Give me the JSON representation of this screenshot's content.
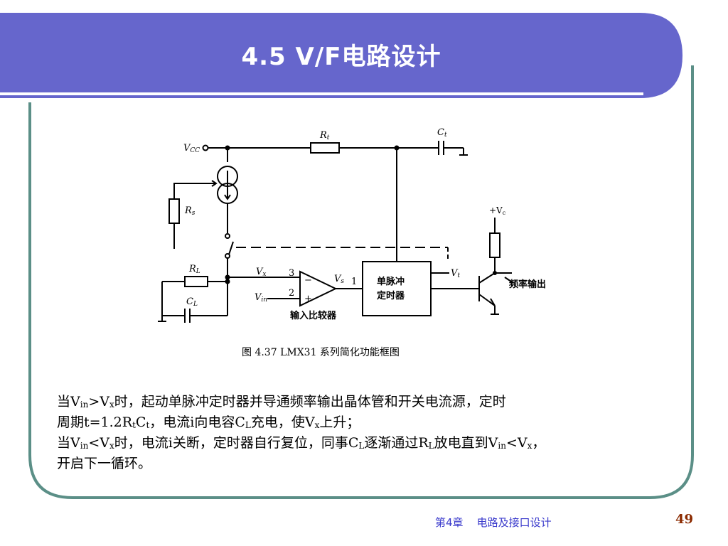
{
  "slide": {
    "title": "4.5  V/F电路设计",
    "colors": {
      "header": "#6666cc",
      "border": "#5b8f87",
      "footer_text": "#3a3acc",
      "page_number": "#8b2a00"
    }
  },
  "diagram": {
    "labels": {
      "vcc_v": "V",
      "vcc_sub": "CC",
      "rt_r": "R",
      "rt_sub": "t",
      "ct_c": "C",
      "ct_sub": "t",
      "rs_r": "R",
      "rs_sub": "s",
      "rl_r": "R",
      "rl_sub": "L",
      "cl_c": "C",
      "cl_sub": "L",
      "vx_v": "V",
      "vx_sub": "x",
      "vin_v": "V",
      "vin_sub": "in",
      "vs_v": "V",
      "vs_sub": "s",
      "vt_v": "V",
      "vt_sub": "t",
      "vc_v": "+V",
      "vc_sub": "c",
      "pin3": "3",
      "pin2": "2",
      "pin1": "1",
      "minus": "−",
      "plus": "+",
      "timer_line1": "单脉冲",
      "timer_line2": "定时器",
      "freq_out": "频率输出",
      "comparator": "输入比较器"
    },
    "caption": "图 4.37   LMX31 系列简化功能框图"
  },
  "body": {
    "p1": [
      "当V",
      "in",
      ">V",
      "x",
      "时，起动单脉冲定时器并导通频率输出晶体管和开关电流源，定时"
    ],
    "p2": [
      "周期t=1.2R",
      "t",
      "C",
      "t",
      "，电流i向电容C",
      "L",
      "充电，使V",
      "x",
      "上升；"
    ],
    "p3": [
      "当V",
      "in",
      "<V",
      "x",
      "时，电流i关断，定时器自行复位，同事C",
      "L",
      "逐渐通过R",
      "L",
      "放电直到V",
      "in",
      "<V",
      "x",
      "，"
    ],
    "p4": "开启下一循环。"
  },
  "footer": {
    "chapter": "第4章    电路及接口设计",
    "page": "49"
  }
}
